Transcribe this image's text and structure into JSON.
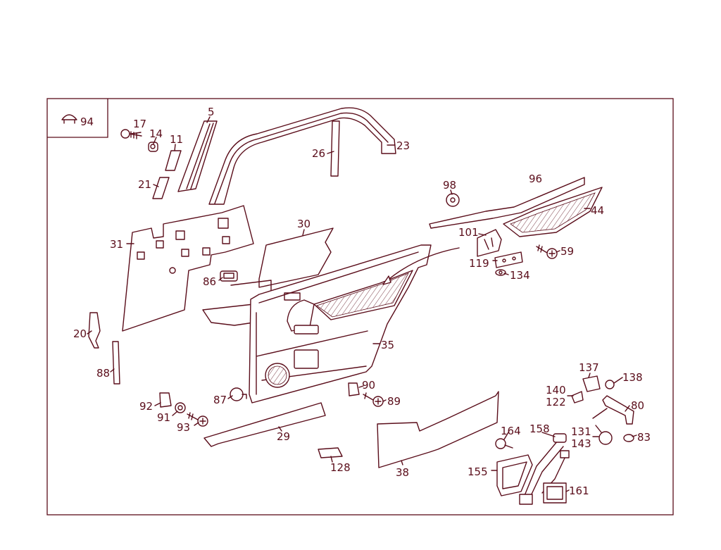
{
  "colors": {
    "ink": "#5a0d1a",
    "paper": "#ffffff"
  },
  "callouts": {
    "c94": "94",
    "c17": "17",
    "c14": "14",
    "c11": "11",
    "c5": "5",
    "c26": "26",
    "c23": "23",
    "c21": "21",
    "c98": "98",
    "c96": "96",
    "c44": "44",
    "c31": "31",
    "c30": "30",
    "c101": "101",
    "c59": "59",
    "c119": "119",
    "c134": "134",
    "c86": "86",
    "c20": "20",
    "c35": "35",
    "c88": "88",
    "c137": "137",
    "c138": "138",
    "c140": "140",
    "c122": "122",
    "c80": "80",
    "c90": "90",
    "c87": "87",
    "c89": "89",
    "c92": "92",
    "c91": "91",
    "c93": "93",
    "c29": "29",
    "c164": "164",
    "c158": "158",
    "c131": "131",
    "c143": "143",
    "c83": "83",
    "c128": "128",
    "c38": "38",
    "c155": "155",
    "c161": "161"
  }
}
